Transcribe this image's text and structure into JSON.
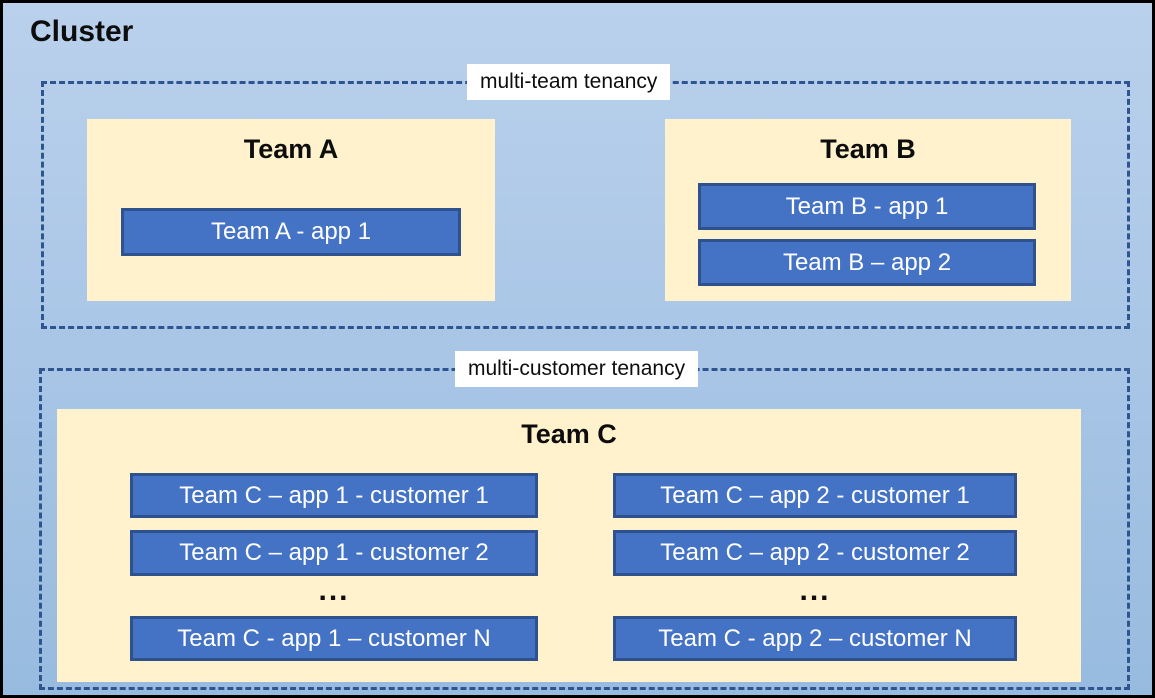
{
  "cluster": {
    "title": "Cluster"
  },
  "sections": [
    {
      "label": "multi-team tenancy",
      "teams": [
        {
          "name": "Team A",
          "apps": [
            "Team A - app 1"
          ]
        },
        {
          "name": "Team B",
          "apps": [
            "Team B - app 1",
            "Team B – app 2"
          ]
        }
      ]
    },
    {
      "label": "multi-customer tenancy",
      "teams": [
        {
          "name": "Team C",
          "app_columns": [
            {
              "rows": [
                "Team C – app 1 - customer 1",
                "Team C – app 1 - customer 2",
                "...",
                "Team C - app 1 – customer N"
              ]
            },
            {
              "rows": [
                "Team C – app 2 - customer 1",
                "Team C – app 2 - customer 2",
                "...",
                "Team C - app 2 – customer N"
              ]
            }
          ]
        }
      ]
    }
  ],
  "colors": {
    "cluster_background_top": "#bad1ec",
    "cluster_background_bottom": "#97bbdf",
    "dashed_border": "#2f5591",
    "team_box_fill": "#fff2cc",
    "app_box_fill": "#4472c4",
    "app_box_border": "#2f528f",
    "label_background": "#ffffff",
    "text_dark": "#0d0d0d",
    "text_light": "#ffffff"
  }
}
